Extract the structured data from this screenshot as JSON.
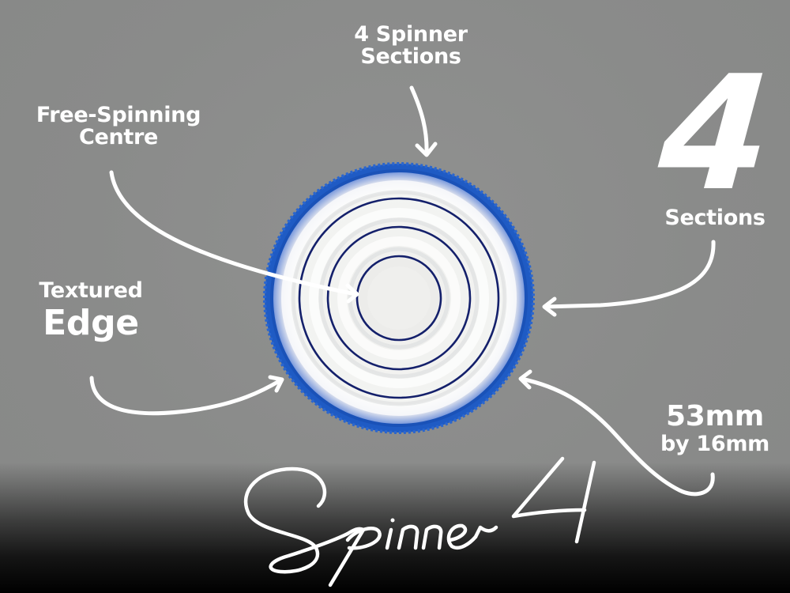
{
  "scene": {
    "background_color": "#8b8c8b",
    "bottom_fade_color": "#000000",
    "product_name": "Spinner 4"
  },
  "labels": {
    "spinner_sections": {
      "line1": "4 Spinner",
      "line2": "Sections"
    },
    "free_spinning": {
      "line1": "Free-Spinning",
      "line2": "Centre"
    },
    "textured_edge": {
      "line1": "Textured",
      "line2": "Edge"
    },
    "sections_count": {
      "number": "4",
      "caption": "Sections"
    },
    "dimensions": {
      "line1": "53mm",
      "line2": "by 16mm"
    }
  },
  "logo": {
    "text": "Spinner",
    "number": "4"
  },
  "colors": {
    "edge_blue": "#1f5bc4",
    "ring_navy": "#14206b",
    "body_white": "#f2f3f1",
    "text_white": "#ffffff"
  },
  "product": {
    "rings": 4,
    "diameter_label": "53mm",
    "height_label": "16mm"
  }
}
